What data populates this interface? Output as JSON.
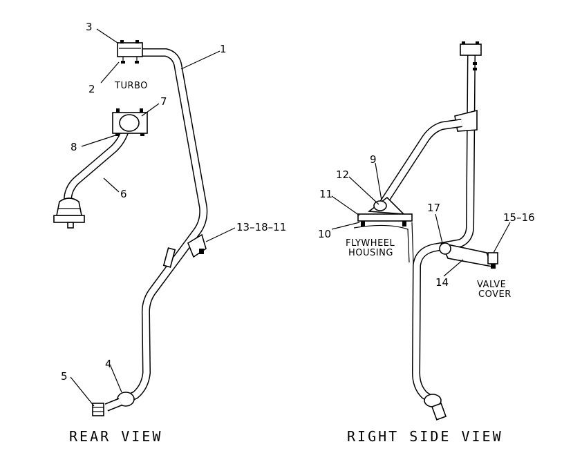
{
  "rear_view": {
    "title": "REAR VIEW",
    "labels": {
      "turbo": "TURBO"
    },
    "callouts": {
      "c1": "1",
      "c2": "2",
      "c3": "3",
      "c4": "4",
      "c5": "5",
      "c6": "6",
      "c7": "7",
      "c8": "8",
      "c13_18_11": "13–18–11"
    }
  },
  "right_side_view": {
    "title": "RIGHT SIDE VIEW",
    "labels": {
      "flywheel_line1": "FLYWHEEL",
      "flywheel_line2": "HOUSING",
      "valve_line1": "VALVE",
      "valve_line2": "COVER"
    },
    "callouts": {
      "c9": "9",
      "c10": "10",
      "c11": "11",
      "c12": "12",
      "c14": "14",
      "c15_16": "15–16",
      "c17": "17"
    }
  }
}
